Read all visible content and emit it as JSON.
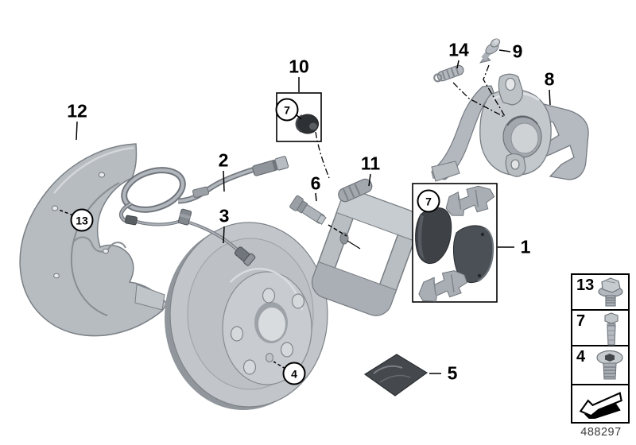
{
  "diagram": {
    "doc_number": "488297",
    "callouts": {
      "p1": "1",
      "p2": "2",
      "p3": "3",
      "p5": "5",
      "p6": "6",
      "p8": "8",
      "p9": "9",
      "p10": "10",
      "p11": "11",
      "p12": "12",
      "p14": "14",
      "circled_13": "13",
      "circled_7_cap": "7",
      "circled_7_pads": "7",
      "circled_4": "4"
    }
  },
  "legend": {
    "rows": [
      {
        "number": "13",
        "icon": "hex-flange-bolt-icon"
      },
      {
        "number": "7",
        "icon": "hex-bolt-icon"
      },
      {
        "number": "4",
        "icon": "socket-plug-screw-icon"
      },
      {
        "number": "",
        "icon": "direction-arrow-icon"
      }
    ]
  },
  "colors": {
    "background": "#ffffff",
    "line": "#000000",
    "metal_light": "#c6cbcf",
    "metal_mid": "#aab0b5",
    "metal_dark": "#8a9096",
    "pad_dark": "#3e4247",
    "rubber_cap_dark": "#2e3134",
    "doc_number_text": "#3b3b3b"
  }
}
